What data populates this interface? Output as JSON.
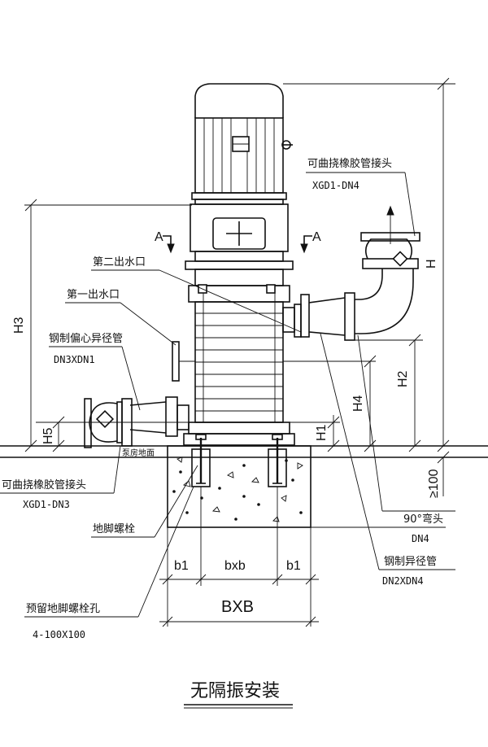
{
  "title": "无隔振安装",
  "labels": {
    "flex_joint_top_name": "可曲挠橡胶管接头",
    "flex_joint_top_code": "XGD1-DN4",
    "second_outlet": "第二出水口",
    "first_outlet": "第一出水口",
    "eccentric_reducer_name": "钢制偏心异径管",
    "eccentric_reducer_code": "DN3XDN1",
    "pump_floor": "泵房地面",
    "flex_joint_bottom_name": "可曲挠橡胶管接头",
    "flex_joint_bottom_code": "XGD1-DN3",
    "anchor_bolt": "地脚螺栓",
    "reserved_hole_name": "预留地脚螺栓孔",
    "reserved_hole_code": "4-100X100",
    "elbow_name": "90°弯头",
    "elbow_code": "DN4",
    "steel_reducer_name": "钢制异径管",
    "steel_reducer_code": "DN2XDN4",
    "section_a_left": "A",
    "section_a_right": "A"
  },
  "dimensions": {
    "H": "H",
    "H1": "H1",
    "H2": "H2",
    "H3": "H3",
    "H4": "H4",
    "H5": "H5",
    "min_100": "≥100",
    "b1_left": "b1",
    "bxb": "bxb",
    "b1_right": "b1",
    "BXB": "BXB"
  }
}
